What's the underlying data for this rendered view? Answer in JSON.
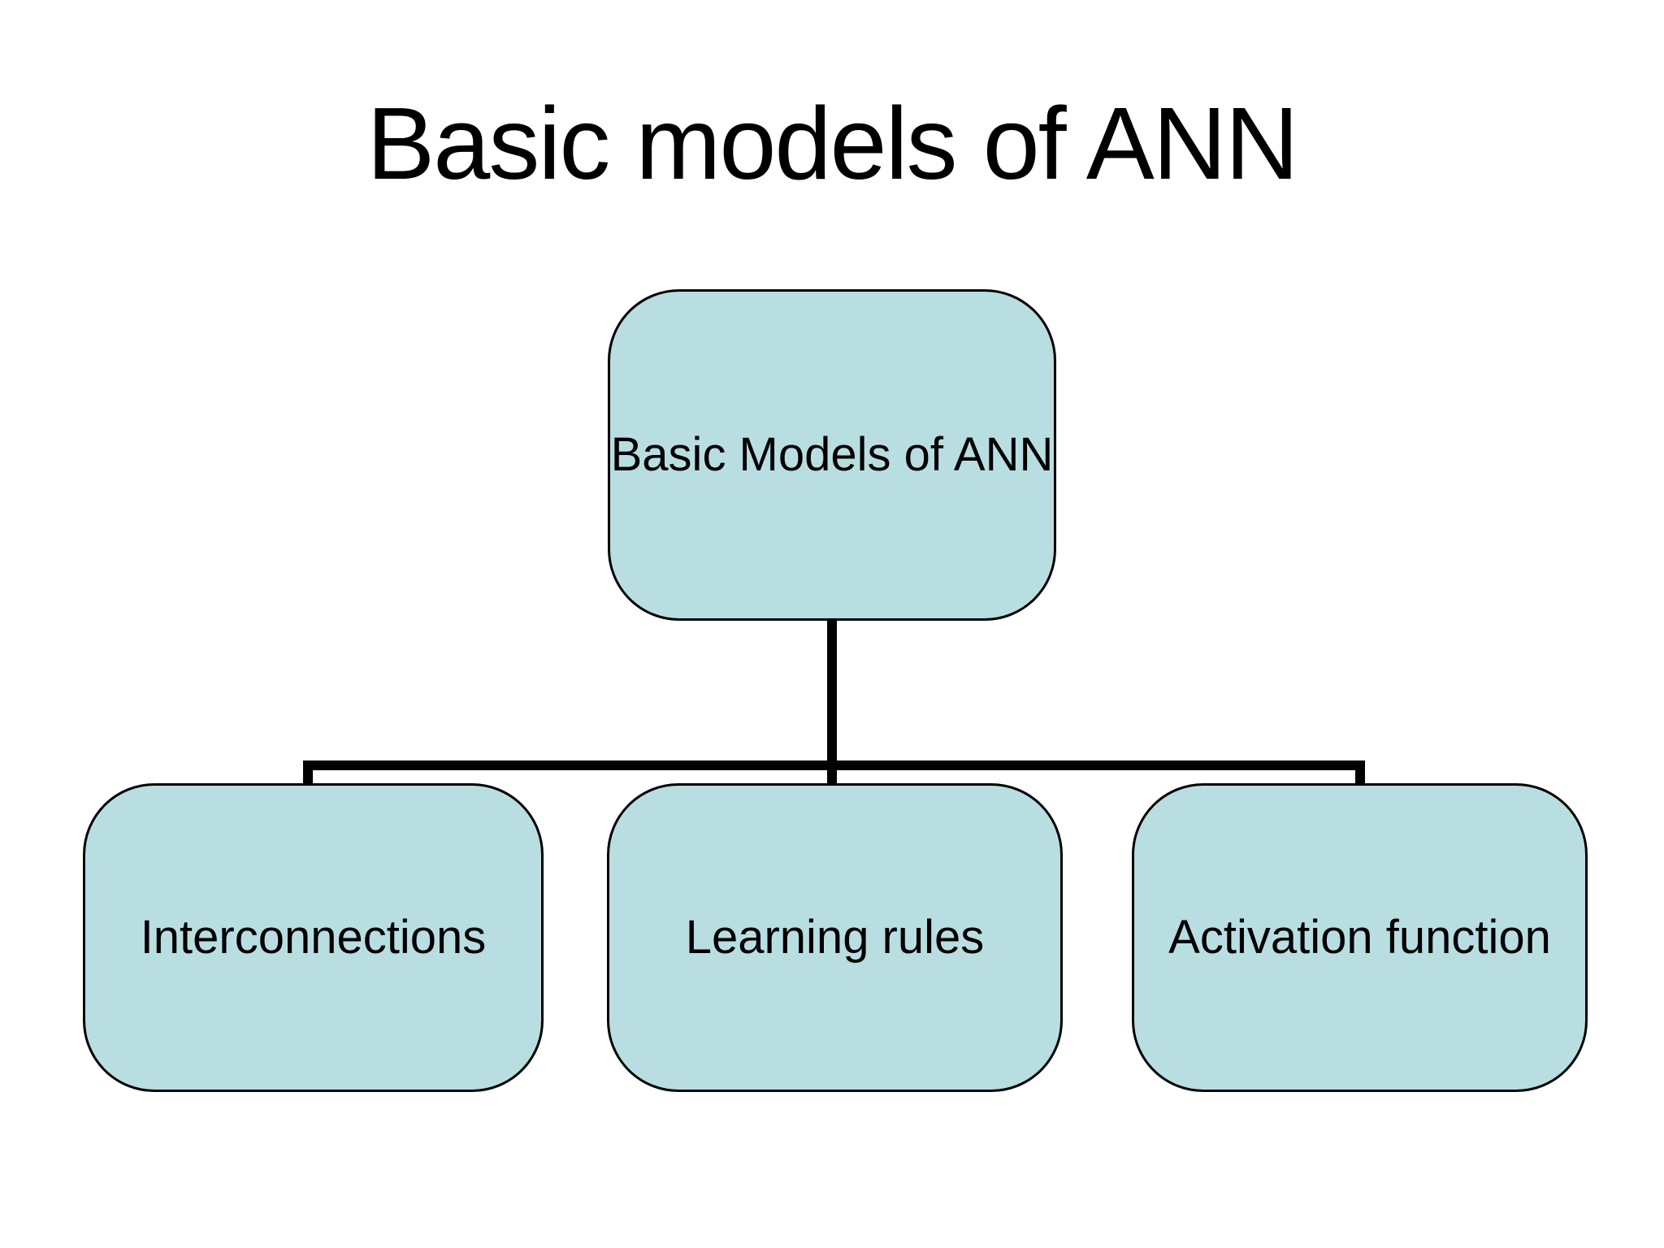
{
  "slide": {
    "title": "Basic models of ANN",
    "background_color": "#ffffff",
    "text_color": "#000000"
  },
  "diagram": {
    "type": "tree",
    "node_fill_color": "#b9dee2",
    "node_border_color": "#000000",
    "connector_color": "#000000",
    "root": {
      "label": "Basic Models of ANN"
    },
    "children": [
      {
        "label": "Interconnections"
      },
      {
        "label": "Learning rules"
      },
      {
        "label": "Activation function"
      }
    ]
  }
}
